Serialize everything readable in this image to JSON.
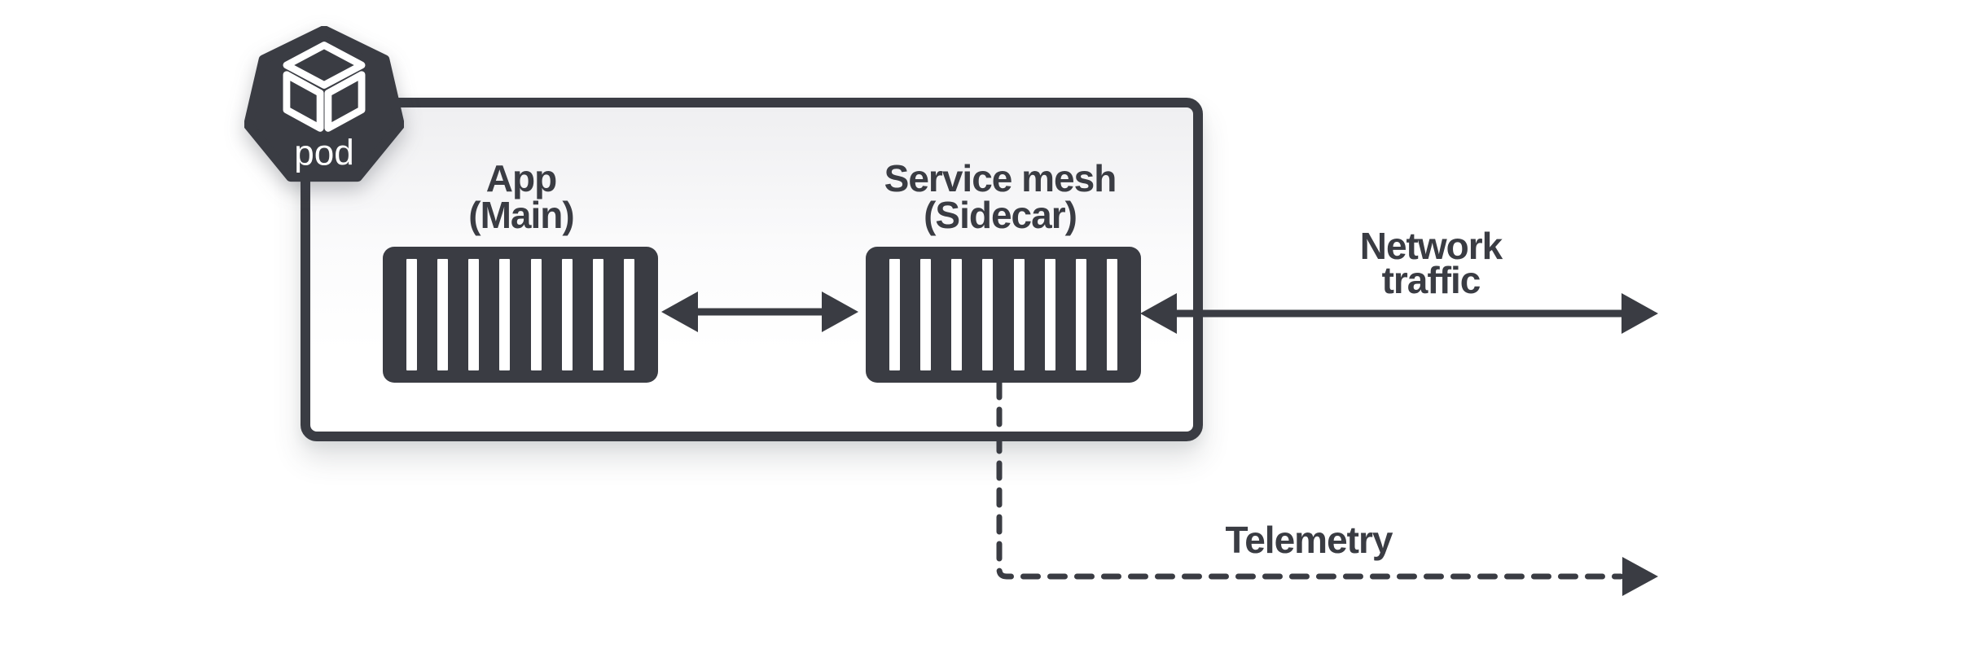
{
  "diagram": {
    "pod_badge": {
      "icon": "pod-cube-icon",
      "label": "pod"
    },
    "containers": [
      {
        "id": "app",
        "icon": "container-icon",
        "label_lines": [
          "App",
          "(Main)"
        ]
      },
      {
        "id": "sidecar",
        "icon": "container-icon",
        "label_lines": [
          "Service mesh",
          "(Sidecar)"
        ]
      }
    ],
    "flows": [
      {
        "id": "app-sidecar",
        "style": "solid",
        "direction": "bidirectional",
        "label_lines": []
      },
      {
        "id": "network-traffic",
        "style": "solid",
        "direction": "bidirectional",
        "label_lines": [
          "Network",
          "traffic"
        ]
      },
      {
        "id": "telemetry",
        "style": "dashed",
        "direction": "outbound-right",
        "label_lines": [
          "Telemetry"
        ]
      }
    ],
    "colors": {
      "ink": "#3a3c43",
      "background": "#ffffff",
      "stripe": "#ffffff"
    }
  }
}
